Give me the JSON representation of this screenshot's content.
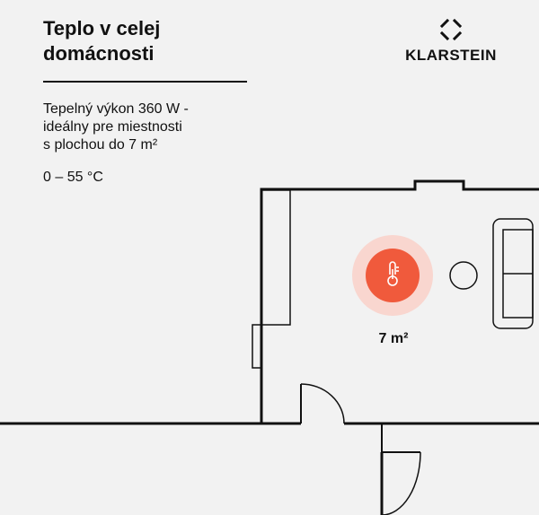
{
  "heading": {
    "line1": "Teplo v celej",
    "line2": "domácnosti"
  },
  "description": {
    "line1": "Tepelný výkon 360 W -",
    "line2": "ideálny pre miestnosti",
    "line3": "s plochou do 7 m²"
  },
  "temperature_range": "0 – 55 °C",
  "brand": {
    "name": "KLARSTEIN",
    "logo_icon": "klarstein-logo-icon"
  },
  "floor_plan": {
    "room_area": "7 m²",
    "heater_icon": "thermometer-icon",
    "colors": {
      "accent": "#f05a3c",
      "accent_halo": "#f9d6cf",
      "walls": "#111111",
      "background": "#f2f2f2"
    }
  }
}
